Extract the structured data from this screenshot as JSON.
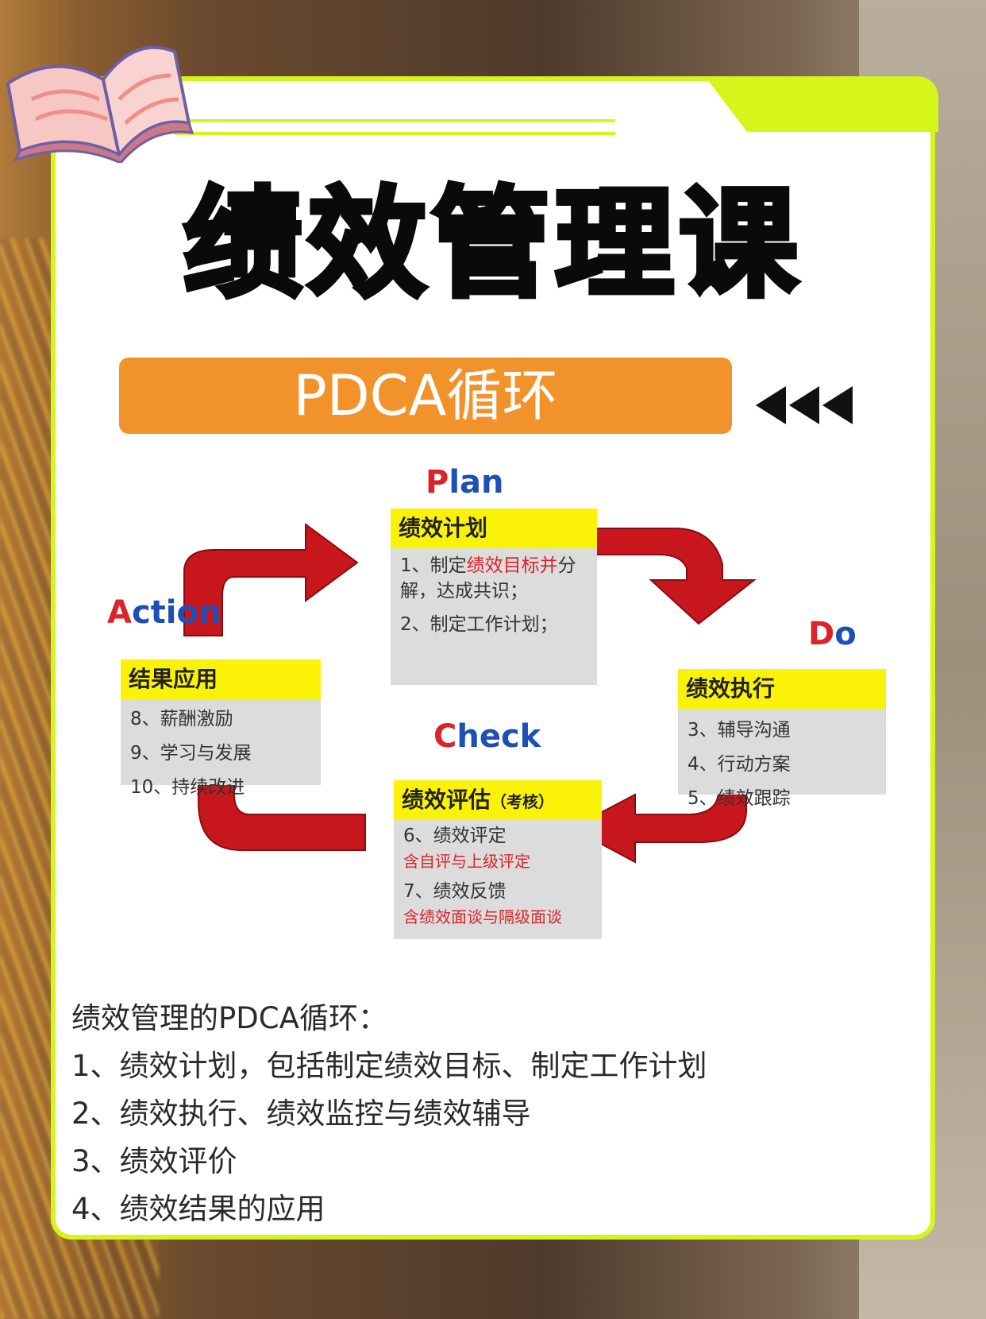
{
  "title": "绩效管理课",
  "banner": "PDCA循环",
  "decor": {
    "arrows_icon": "triple-left-arrow-icon",
    "book_icon": "open-book-icon",
    "accent": "#d6f51a",
    "banner_color": "#f2922b"
  },
  "cycle": {
    "plan": {
      "word_first": "P",
      "word_rest": "lan",
      "header": "绩效计划",
      "line1_a": "1、制定",
      "line1_b": "绩效目标并",
      "line1_c": "分",
      "line1_d": "解，达成共识；",
      "line2": "2、制定工作计划；"
    },
    "do": {
      "word_first": "D",
      "word_rest": "o",
      "header": "绩效执行",
      "items": [
        "3、辅导沟通",
        "4、行动方案",
        "5、绩效跟踪"
      ]
    },
    "check": {
      "word_first": "C",
      "word_rest": "heck",
      "header": "绩效评估",
      "header_note": "（考核）",
      "line1": "6、绩效评定",
      "line1_note": "含自评与上级评定",
      "line2": "7、绩效反馈",
      "line2_note": "含绩效面谈与隔级面谈"
    },
    "action": {
      "word_first": "A",
      "word_rest": "ction",
      "header": "结果应用",
      "items": [
        "8、薪酬激励",
        "9、学习与发展",
        "10、持续改进"
      ]
    }
  },
  "summary": [
    "绩效管理的PDCA循环：",
    "1、绩效计划，包括制定绩效目标、制定工作计划",
    "2、绩效执行、绩效监控与绩效辅导",
    "3、绩效评价",
    "4、绩效结果的应用"
  ]
}
